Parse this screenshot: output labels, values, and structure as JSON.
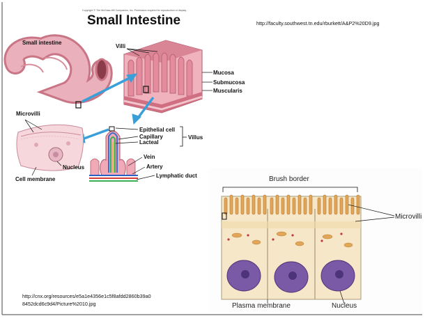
{
  "slide": {
    "copyright": "Copyright © The McGraw-Hill Companies, Inc. Permission required for reproduction or display.",
    "title": "Small Intestine",
    "source_url_top": "http://faculty.southwest.tn.edu/rburkett/A&P2%20D9.jpg",
    "source_url_bottom_line1": "http://cnx.org/resources/e5a1e4356e1c5f8afdd2860b39a0",
    "source_url_bottom_line2": "8452dcd6c9d4/Picture%2010.jpg"
  },
  "diagram1": {
    "labels": {
      "small_intestine": "Small intestine",
      "villi": "Villi",
      "mucosa": "Mucosa",
      "submucosa": "Submucosa",
      "muscularis": "Muscularis",
      "microvilli": "Microvilli",
      "nucleus": "Nucleus",
      "cell_membrane": "Cell membrane",
      "epithelial_cell": "Epithelial cell",
      "capillary": "Capillary",
      "lacteal": "Lacteal",
      "villus": "Villus",
      "vein": "Vein",
      "artery": "Artery",
      "lymphatic_duct": "Lymphatic duct"
    }
  },
  "diagram2": {
    "labels": {
      "brush_border": "Brush border",
      "microvilli": "Microvilli",
      "plasma_membrane": "Plasma membrane",
      "nucleus": "Nucleus"
    }
  },
  "colors": {
    "intestine_pink": "#e7a3b0",
    "villi_pink": "#d9808f",
    "arrow_blue": "#3a9fd8",
    "cell_cream": "#f6e7c8",
    "microvilli_orange": "#e2a659",
    "nucleus_purple": "#7a5aa6"
  }
}
